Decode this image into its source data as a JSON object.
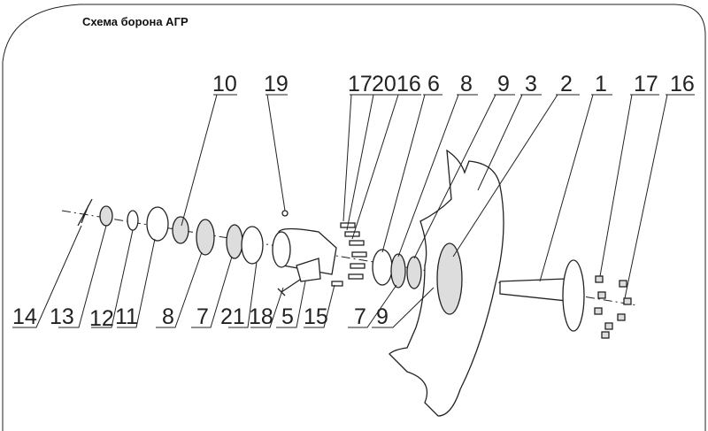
{
  "title": "Схема борона АГР",
  "top_labels": [
    "10",
    "19",
    "17",
    "20",
    "16",
    "6",
    "8",
    "9",
    "3",
    "2",
    "1",
    "17",
    "16"
  ],
  "bottom_labels": [
    "14",
    "13",
    "12",
    "11",
    "8",
    "7",
    "21",
    "18",
    "5",
    "15",
    "7",
    "9"
  ]
}
